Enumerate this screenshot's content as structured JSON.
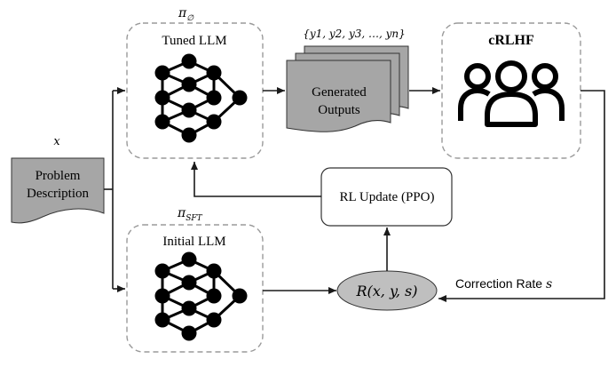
{
  "diagram": {
    "input": {
      "symbol": "x",
      "doc_line1": "Problem",
      "doc_line2": "Description"
    },
    "tuned_llm": {
      "symbol": "π",
      "symbol_sub": "∅",
      "label": "Tuned LLM",
      "icon": "neural-network-icon"
    },
    "initial_llm": {
      "symbol": "π",
      "symbol_sub": "SFT",
      "label": "Initial LLM",
      "icon": "neural-network-icon"
    },
    "outputs": {
      "set_label": "{y1, y2, y3, …, yn}",
      "line1": "Generated",
      "line2": "Outputs"
    },
    "crlhf": {
      "label": "cRLHF",
      "icon": "people-group-icon"
    },
    "rl_update": {
      "label": "RL Update (PPO)"
    },
    "reward": {
      "label": "R(x, y, s)"
    },
    "correction": {
      "prefix": "Correction Rate ",
      "var": "s"
    },
    "colors": {
      "doc_fill": "#a6a6a6",
      "node": "#000000",
      "dash_border": "#9a9a9a",
      "reward_fill": "#bfbfbf"
    }
  }
}
